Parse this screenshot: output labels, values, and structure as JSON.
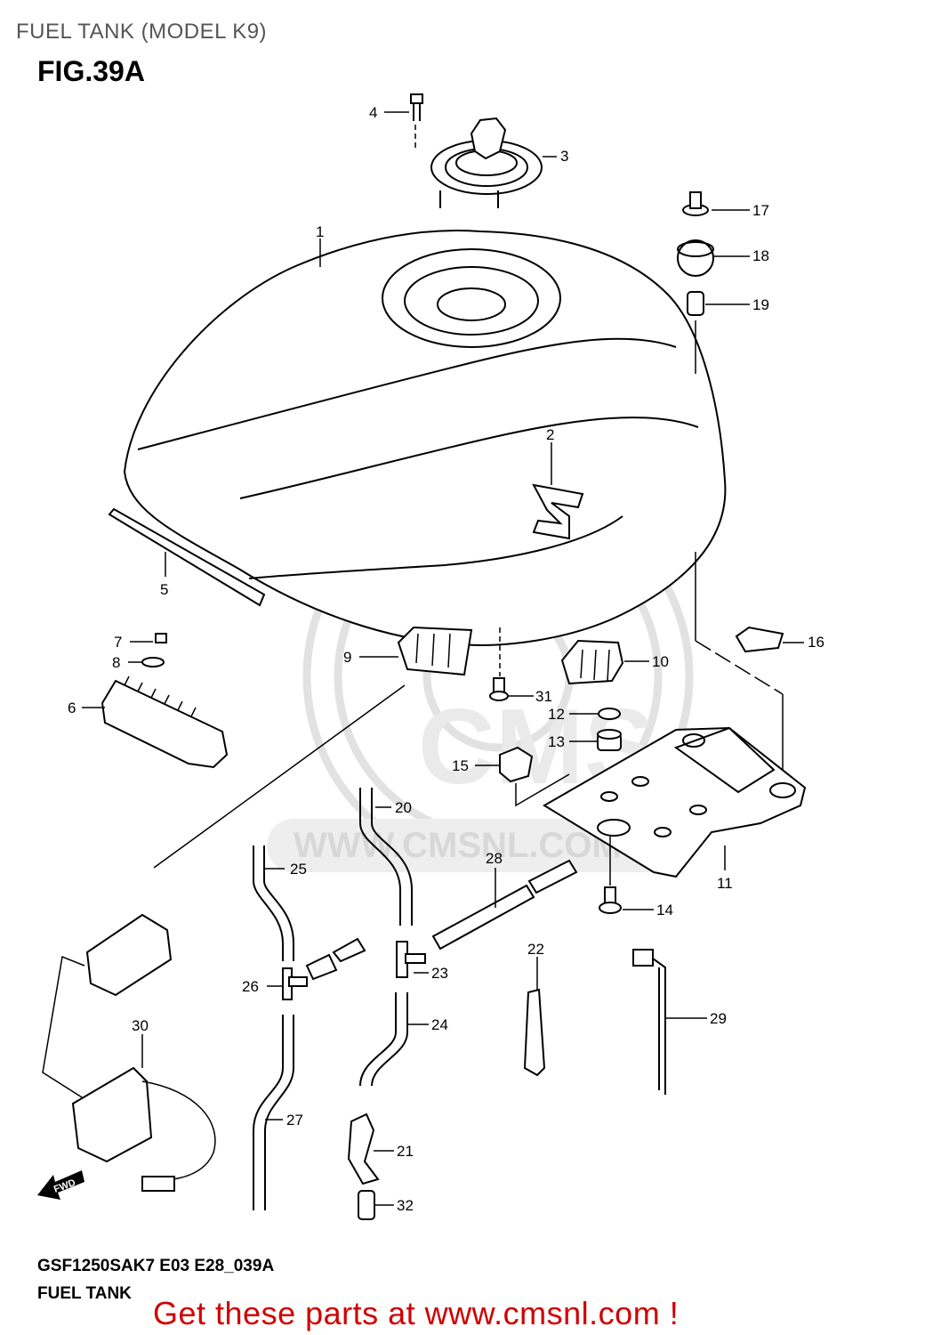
{
  "header": {
    "title": "FUEL TANK (MODEL K9)",
    "figure": "FIG.39A"
  },
  "footer": {
    "model_code": "GSF1250SAK7 E03 E28_039A",
    "diagram_title": "FUEL TANK",
    "promo": "Get these parts at www.cmsnl.com !"
  },
  "watermark": {
    "brand": "CMS",
    "url": "WWW.CMSNL.COM"
  },
  "fwd_badge": "FWD",
  "callouts": [
    "1",
    "2",
    "3",
    "4",
    "5",
    "6",
    "7",
    "8",
    "9",
    "10",
    "11",
    "12",
    "13",
    "14",
    "15",
    "16",
    "17",
    "18",
    "19",
    "20",
    "21",
    "22",
    "23",
    "24",
    "25",
    "26",
    "27",
    "28",
    "29",
    "30",
    "31",
    "32"
  ]
}
